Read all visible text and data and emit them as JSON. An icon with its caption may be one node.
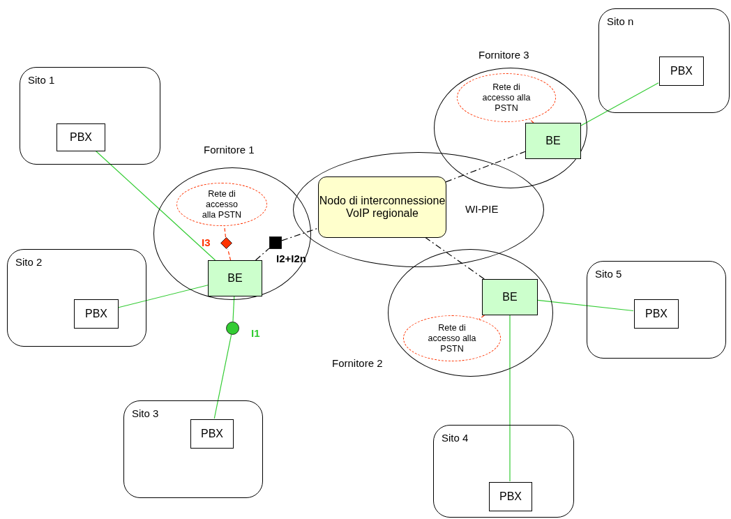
{
  "diagram": {
    "nodes": [
      {
        "text": [
          "Sito 1"
        ]
      },
      {
        "text": [
          "PBX"
        ],
        "in": 0
      },
      {
        "text": [
          "Sito 2"
        ]
      },
      {
        "text": [
          "PBX"
        ],
        "in": 2
      },
      {
        "text": [
          "Sito 3"
        ]
      },
      {
        "text": [
          "PBX"
        ],
        "in": 4
      },
      {
        "text": [
          "Fornitore 1"
        ]
      },
      {
        "text": [
          "Rete di accesso alla PSTN"
        ],
        "in": 6
      },
      {
        "text": [
          "BE"
        ],
        "in": 6
      },
      {
        "text": [
          "WI-PIE"
        ]
      },
      {
        "text": [
          "Nodo di interconnessione VoIP regionale"
        ],
        "in": 9
      },
      {
        "text": [
          "Fornitore 3"
        ]
      },
      {
        "text": [
          "Rete di accesso alla PSTN"
        ],
        "in": 11
      },
      {
        "text": [
          "BE"
        ],
        "in": 11
      },
      {
        "text": [
          "Sito n"
        ]
      },
      {
        "text": [
          "PBX"
        ],
        "in": 14
      },
      {
        "text": [
          "Fornitore 2"
        ]
      },
      {
        "text": [
          "BE"
        ],
        "in": 16
      },
      {
        "text": [
          "Rete di accesso alla PSTN"
        ],
        "in": 16
      },
      {
        "text": [
          "Sito 5"
        ]
      },
      {
        "text": [
          "PBX"
        ],
        "in": 19
      },
      {
        "text": [
          "Sito 4"
        ]
      },
      {
        "text": [
          "PBX"
        ],
        "in": 21
      },
      {
        "text": [],
        "shape": "diamond",
        "beside": [
          "I3"
        ],
        "in": 6
      },
      {
        "text": [],
        "shape": "box",
        "beside": [
          "I2+I2n"
        ],
        "in": 6
      },
      {
        "text": [],
        "shape": "circle",
        "beside": [
          "I1"
        ]
      }
    ],
    "edges": [
      {
        "from": 1,
        "to": 8,
        "arrow": "none"
      },
      {
        "from": 3,
        "to": 8,
        "arrow": "none"
      },
      {
        "from": 8,
        "to": 25,
        "arrow": "none"
      },
      {
        "from": 25,
        "to": 5,
        "arrow": "none"
      },
      {
        "from": 8,
        "to": 23,
        "arrow": "none",
        "style": "dashed",
        "color": "#ff3300"
      },
      {
        "from": 23,
        "to": 7,
        "arrow": "none",
        "style": "dashed",
        "color": "#ff3300"
      },
      {
        "from": 8,
        "to": 24,
        "arrow": "none",
        "style": "dashed",
        "color": "#000000"
      },
      {
        "from": 24,
        "to": 10,
        "arrow": "none",
        "style": "dashed",
        "color": "#000000"
      },
      {
        "from": 10,
        "to": 17,
        "arrow": "none",
        "style": "dashed",
        "color": "#000000"
      },
      {
        "from": 10,
        "to": 13,
        "arrow": "none",
        "style": "dashed",
        "color": "#000000"
      },
      {
        "from": 13,
        "to": 15,
        "arrow": "none"
      },
      {
        "from": 13,
        "to": 12,
        "arrow": "none",
        "style": "dashed",
        "color": "#ff3300"
      },
      {
        "from": 17,
        "to": 20,
        "arrow": "none"
      },
      {
        "from": 17,
        "to": 22,
        "arrow": "none"
      },
      {
        "from": 17,
        "to": 18,
        "arrow": "none",
        "style": "dashed",
        "color": "#ff3300"
      }
    ]
  }
}
